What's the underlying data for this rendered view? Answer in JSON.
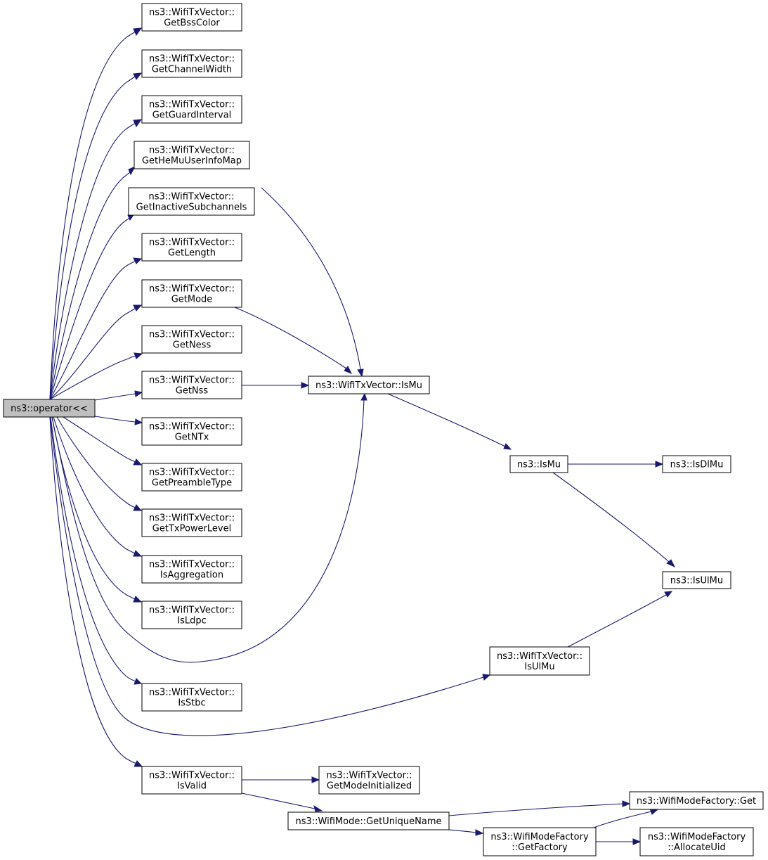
{
  "graph": {
    "title": "",
    "colors": {
      "edge": "#191970",
      "root_fill": "#bfbfbf",
      "node_fill": "#ffffff",
      "node_border": "#000000"
    },
    "nodes": [
      {
        "id": "operator",
        "lines": [
          "ns3::operator<<"
        ]
      },
      {
        "id": "getbsscolor",
        "lines": [
          "ns3::WifiTxVector::",
          "GetBssColor"
        ]
      },
      {
        "id": "getchannelwidth",
        "lines": [
          "ns3::WifiTxVector::",
          "GetChannelWidth"
        ]
      },
      {
        "id": "getguardinterval",
        "lines": [
          "ns3::WifiTxVector::",
          "GetGuardInterval"
        ]
      },
      {
        "id": "gethemuuserinfomap",
        "lines": [
          "ns3::WifiTxVector::",
          "GetHeMuUserInfoMap"
        ]
      },
      {
        "id": "getinactivesubchannels",
        "lines": [
          "ns3::WifiTxVector::",
          "GetInactiveSubchannels"
        ]
      },
      {
        "id": "getlength",
        "lines": [
          "ns3::WifiTxVector::",
          "GetLength"
        ]
      },
      {
        "id": "getmode",
        "lines": [
          "ns3::WifiTxVector::",
          "GetMode"
        ]
      },
      {
        "id": "getness",
        "lines": [
          "ns3::WifiTxVector::",
          "GetNess"
        ]
      },
      {
        "id": "getnss",
        "lines": [
          "ns3::WifiTxVector::",
          "GetNss"
        ]
      },
      {
        "id": "getntx",
        "lines": [
          "ns3::WifiTxVector::",
          "GetNTx"
        ]
      },
      {
        "id": "getpreambletype",
        "lines": [
          "ns3::WifiTxVector::",
          "GetPreambleType"
        ]
      },
      {
        "id": "gettxpowerlevel",
        "lines": [
          "ns3::WifiTxVector::",
          "GetTxPowerLevel"
        ]
      },
      {
        "id": "isaggregation",
        "lines": [
          "ns3::WifiTxVector::",
          "IsAggregation"
        ]
      },
      {
        "id": "isldpc",
        "lines": [
          "ns3::WifiTxVector::",
          "IsLdpc"
        ]
      },
      {
        "id": "isstbc",
        "lines": [
          "ns3::WifiTxVector::",
          "IsStbc"
        ]
      },
      {
        "id": "isvalid",
        "lines": [
          "ns3::WifiTxVector::",
          "IsValid"
        ]
      },
      {
        "id": "txismu",
        "lines": [
          "ns3::WifiTxVector::IsMu"
        ]
      },
      {
        "id": "ismu",
        "lines": [
          "ns3::IsMu"
        ]
      },
      {
        "id": "isdlmu",
        "lines": [
          "ns3::IsDlMu"
        ]
      },
      {
        "id": "isulmu",
        "lines": [
          "ns3::IsUlMu"
        ]
      },
      {
        "id": "txisulmu",
        "lines": [
          "ns3::WifiTxVector::",
          "IsUlMu"
        ]
      },
      {
        "id": "getmodeinitialized",
        "lines": [
          "ns3::WifiTxVector::",
          "GetModeInitialized"
        ]
      },
      {
        "id": "getuniquename",
        "lines": [
          "ns3::WifiMode::GetUniqueName"
        ]
      },
      {
        "id": "factoryget",
        "lines": [
          "ns3::WifiModeFactory::Get"
        ]
      },
      {
        "id": "getfactory",
        "lines": [
          "ns3::WifiModeFactory",
          "::GetFactory"
        ]
      },
      {
        "id": "allocateuid",
        "lines": [
          "ns3::WifiModeFactory",
          "::AllocateUid"
        ]
      }
    ],
    "edges": [
      {
        "from": "operator",
        "to": "getbsscolor"
      },
      {
        "from": "operator",
        "to": "getchannelwidth"
      },
      {
        "from": "operator",
        "to": "getguardinterval"
      },
      {
        "from": "operator",
        "to": "gethemuuserinfomap"
      },
      {
        "from": "operator",
        "to": "getinactivesubchannels"
      },
      {
        "from": "operator",
        "to": "getlength"
      },
      {
        "from": "operator",
        "to": "getmode"
      },
      {
        "from": "operator",
        "to": "getness"
      },
      {
        "from": "operator",
        "to": "getnss"
      },
      {
        "from": "operator",
        "to": "getntx"
      },
      {
        "from": "operator",
        "to": "getpreambletype"
      },
      {
        "from": "operator",
        "to": "gettxpowerlevel"
      },
      {
        "from": "operator",
        "to": "isaggregation"
      },
      {
        "from": "operator",
        "to": "isldpc"
      },
      {
        "from": "operator",
        "to": "txismu"
      },
      {
        "from": "operator",
        "to": "isstbc"
      },
      {
        "from": "operator",
        "to": "txisulmu"
      },
      {
        "from": "operator",
        "to": "isvalid"
      },
      {
        "from": "gethemuuserinfomap",
        "to": "txismu"
      },
      {
        "from": "getmode",
        "to": "txismu"
      },
      {
        "from": "getnss",
        "to": "txismu"
      },
      {
        "from": "txismu",
        "to": "ismu"
      },
      {
        "from": "ismu",
        "to": "isdlmu"
      },
      {
        "from": "ismu",
        "to": "isulmu"
      },
      {
        "from": "txisulmu",
        "to": "isulmu"
      },
      {
        "from": "isvalid",
        "to": "getmodeinitialized"
      },
      {
        "from": "isvalid",
        "to": "getuniquename"
      },
      {
        "from": "getuniquename",
        "to": "factoryget"
      },
      {
        "from": "getuniquename",
        "to": "getfactory"
      },
      {
        "from": "getfactory",
        "to": "factoryget"
      },
      {
        "from": "getfactory",
        "to": "allocateuid"
      }
    ]
  }
}
